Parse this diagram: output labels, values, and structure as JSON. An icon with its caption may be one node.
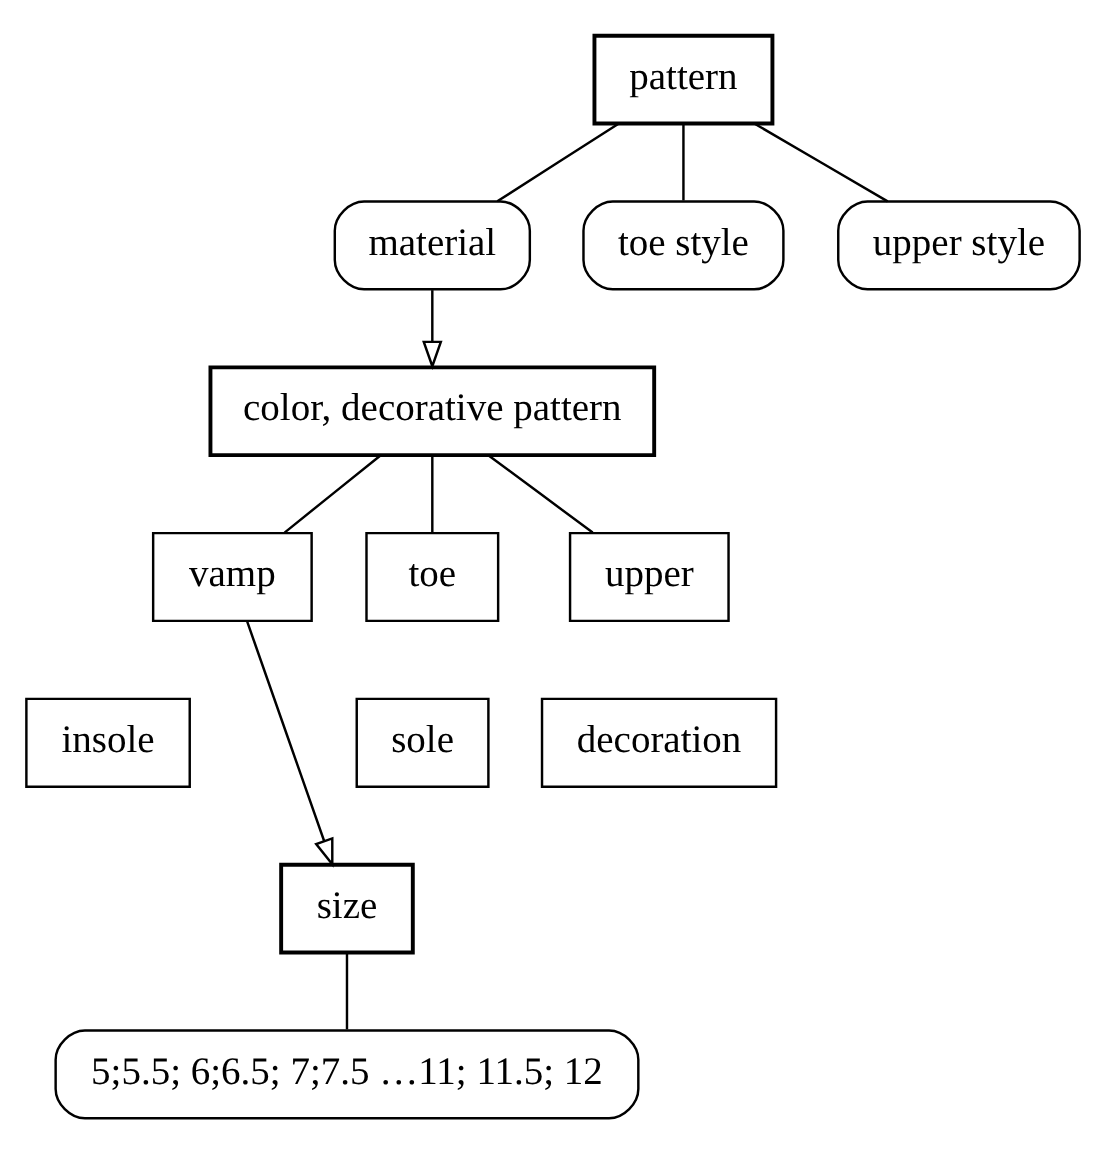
{
  "diagram": {
    "nodes": [
      {
        "text": [
          "pattern"
        ]
      },
      {
        "text": [
          "material"
        ]
      },
      {
        "text": [
          "toe style"
        ]
      },
      {
        "text": [
          "upper style"
        ]
      },
      {
        "text": [
          "color, decorative pattern"
        ]
      },
      {
        "text": [
          "vamp"
        ]
      },
      {
        "text": [
          "toe"
        ]
      },
      {
        "text": [
          "upper"
        ]
      },
      {
        "text": [
          "insole"
        ]
      },
      {
        "text": [
          "sole"
        ]
      },
      {
        "text": [
          "decoration"
        ]
      },
      {
        "text": [
          "size"
        ]
      },
      {
        "text": [
          "5;5.5; 6;6.5; 7;7.5 …11; 11.5; 12"
        ]
      }
    ],
    "edges": [
      {
        "from": 0,
        "to": 1,
        "arrow": "none"
      },
      {
        "from": 0,
        "to": 2,
        "arrow": "none"
      },
      {
        "from": 0,
        "to": 3,
        "arrow": "none"
      },
      {
        "from": 1,
        "to": 4,
        "arrow": "to"
      },
      {
        "from": 4,
        "to": 5,
        "arrow": "none"
      },
      {
        "from": 4,
        "to": 6,
        "arrow": "none"
      },
      {
        "from": 4,
        "to": 7,
        "arrow": "none"
      },
      {
        "from": 5,
        "to": 11,
        "arrow": "to"
      },
      {
        "from": 11,
        "to": 12,
        "arrow": "none"
      }
    ]
  }
}
